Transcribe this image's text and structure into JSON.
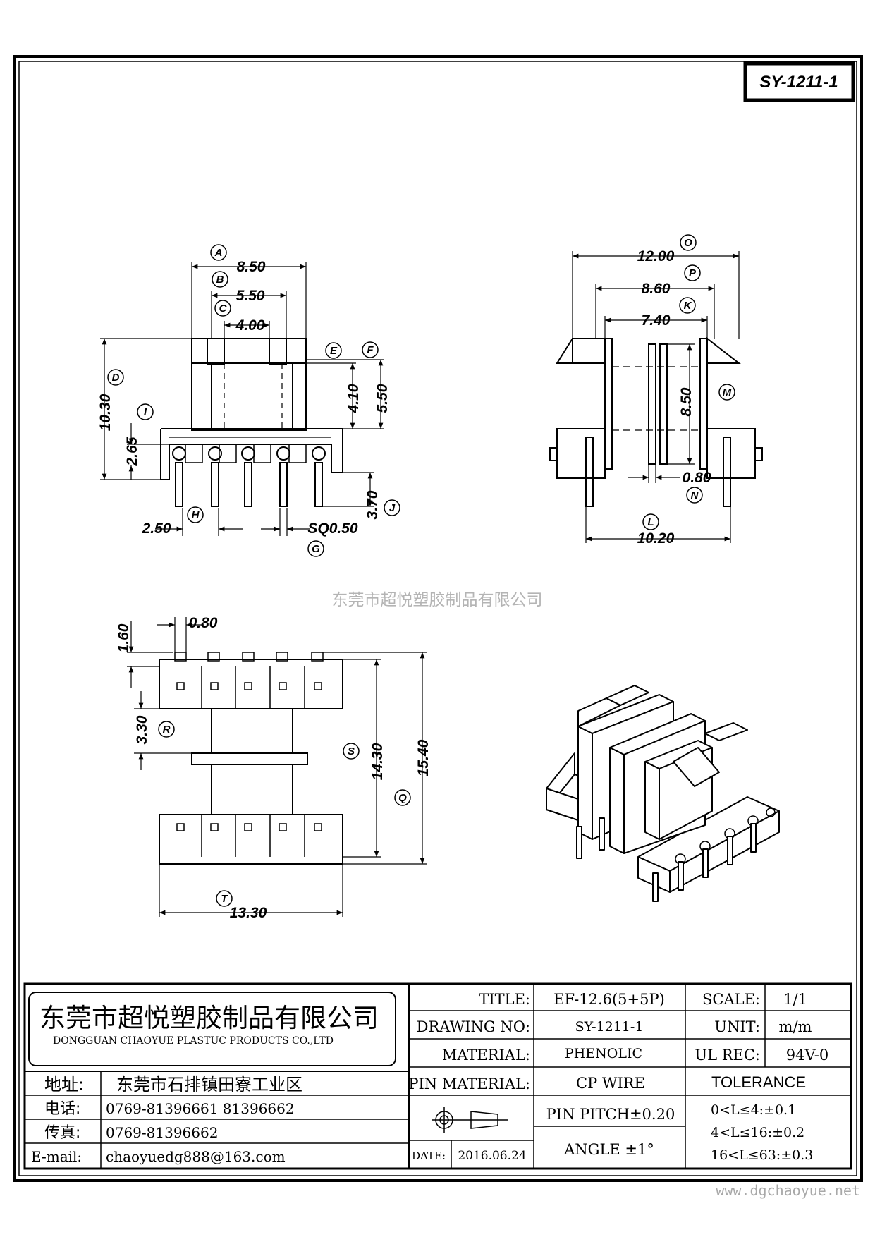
{
  "drawing_code": "SY-1211-1",
  "watermark": "东莞市超悦塑胶制品有限公司",
  "website": "www.dgchaoyue.net",
  "front_view": {
    "dims": {
      "d850": "8.50",
      "d550": "5.50",
      "d400": "4.00",
      "d1030": "10.30",
      "d265": "2.65",
      "d410": "4.10",
      "d550v": "5.50",
      "d370": "3.70",
      "d250": "2.50",
      "sq050": "SQ0.50"
    },
    "labels": {
      "A": "A",
      "B": "B",
      "C": "C",
      "D": "D",
      "E": "E",
      "F": "F",
      "I": "I",
      "H": "H",
      "J": "J",
      "G": "G"
    }
  },
  "side_view": {
    "dims": {
      "d1200": "12.00",
      "d860": "8.60",
      "d740": "7.40",
      "d850": "8.50",
      "d080": "0.80",
      "d1020": "10.20"
    },
    "labels": {
      "O": "O",
      "P": "P",
      "K": "K",
      "M": "M",
      "N": "N",
      "L": "L"
    }
  },
  "bottom_view": {
    "dims": {
      "d160": "1.60",
      "d080": "0.80",
      "d330": "3.30",
      "d1430": "14.30",
      "d1540": "15.40",
      "d1330": "13.30"
    },
    "labels": {
      "R": "R",
      "S": "S",
      "Q": "Q",
      "T": "T"
    }
  },
  "title_block": {
    "company_cn": "东莞市超悦塑胶制品有限公司",
    "company_en": "DONGGUAN CHAOYUE PLASTUC PRODUCTS CO.,LTD",
    "address_label": "地址:",
    "address_value": "东莞市石排镇田寮工业区",
    "phone_label": "电话:",
    "phone_value": "0769-81396661   81396662",
    "fax_label": "传真:",
    "fax_value": "0769-81396662",
    "email_label": "E-mail:",
    "email_value": "chaoyuedg888@163.com",
    "title_label": "TITLE:",
    "title_value": "EF-12.6(5+5P)",
    "scale_label": "SCALE:",
    "scale_value": "1/1",
    "drawing_no_label": "DRAWING NO:",
    "drawing_no_value": "SY-1211-1",
    "unit_label": "UNIT:",
    "unit_value": "m/m",
    "material_label": "MATERIAL:",
    "material_value": "PHENOLIC",
    "ul_label": "UL REC:",
    "ul_value": "94V-0",
    "pin_material_label": "PIN MATERIAL:",
    "pin_material_value": "CP WIRE",
    "tolerance_label": "TOLERANCE",
    "pin_pitch": "PIN PITCH±0.20",
    "angle": "ANGLE  ±1°",
    "tol_1": "0<L≤4:±0.1",
    "tol_2": "4<L≤16:±0.2",
    "tol_3": "16<L≤63:±0.3",
    "date_label": "DATE:",
    "date_value": "2016.06.24"
  }
}
